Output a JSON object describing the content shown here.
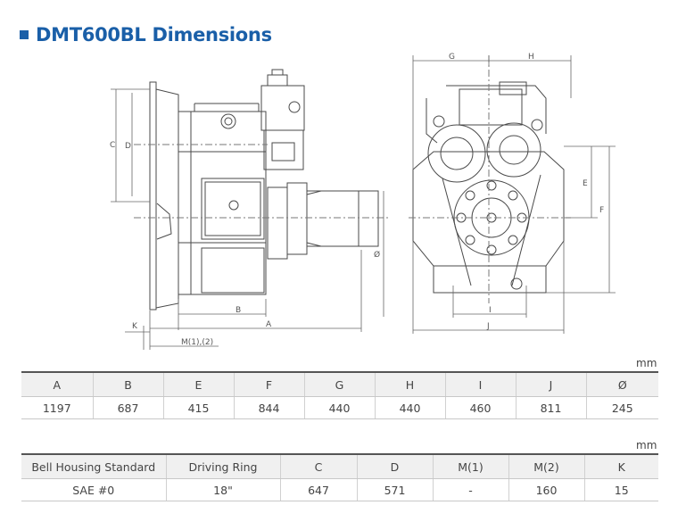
{
  "page": {
    "title": "DMT600BL Dimensions",
    "accent_color": "#1a5fa8"
  },
  "drawing": {
    "labels": {
      "A": "A",
      "B": "B",
      "C": "C",
      "D": "D",
      "K": "K",
      "M": "M(1),(2)",
      "phi": "Ø",
      "G": "G",
      "H": "H",
      "E": "E",
      "F": "F",
      "I": "I",
      "J": "J"
    }
  },
  "table1": {
    "unit": "mm",
    "headers": [
      "A",
      "B",
      "E",
      "F",
      "G",
      "H",
      "I",
      "J",
      "Ø"
    ],
    "values": [
      "1197",
      "687",
      "415",
      "844",
      "440",
      "440",
      "460",
      "811",
      "245"
    ]
  },
  "table2": {
    "unit": "mm",
    "headers": [
      "Bell Housing Standard",
      "Driving Ring",
      "C",
      "D",
      "M(1)",
      "M(2)",
      "K"
    ],
    "values": [
      "SAE #0",
      "18\"",
      "647",
      "571",
      "-",
      "160",
      "15"
    ]
  }
}
